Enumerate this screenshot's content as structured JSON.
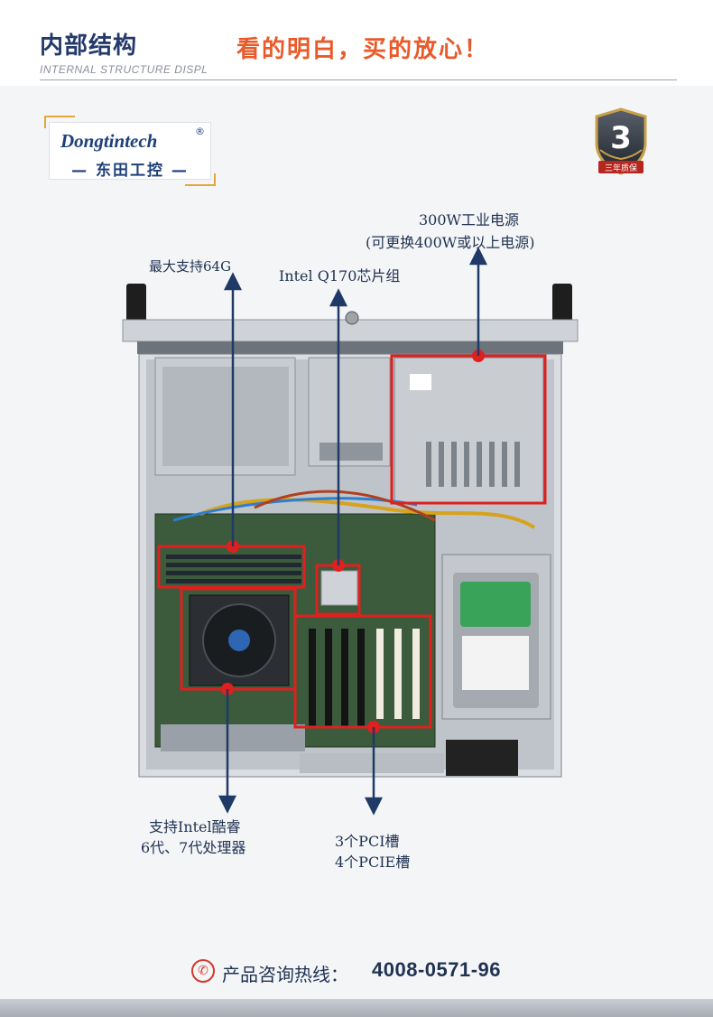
{
  "header": {
    "title_cn": "内部结构",
    "title_en": "INTERNAL STRUCTURE DISPL",
    "slogan": "看的明白，买的放心！"
  },
  "logo": {
    "brand_en": "Dongtintech",
    "registered_mark": "®",
    "brand_cn": "— 东田工控 —"
  },
  "warranty_badge": {
    "number": "3",
    "text": "三年质保"
  },
  "callouts": {
    "psu_line1": "300W工业电源",
    "psu_line2": "(可更换400W或以上电源)",
    "memory": "最大支持64G",
    "chipset": "Intel Q170芯片组",
    "cpu_line1": "支持Intel酷睿",
    "cpu_line2": "6代、7代处理器",
    "slots_line1": "3个PCI槽",
    "slots_line2": "4个PCIE槽"
  },
  "colors": {
    "highlight_red": "#e0201e",
    "arrow_navy": "#1f3a66",
    "title_navy": "#243a6b",
    "slogan_orange": "#e85a2a",
    "board_green": "#3c5a3c"
  },
  "footer": {
    "hotline_label": "产品咨询热线：",
    "hotline_number": "4008-0571-96"
  }
}
